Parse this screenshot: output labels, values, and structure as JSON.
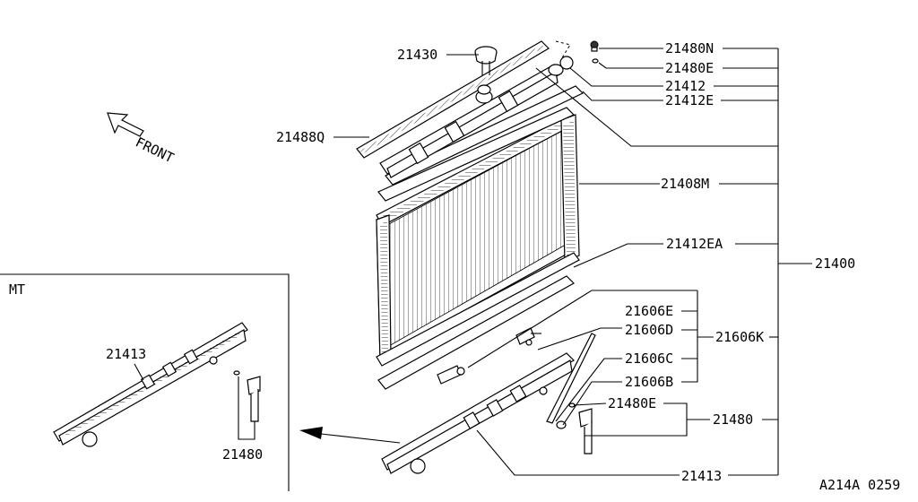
{
  "labels": {
    "p21430": "21430",
    "p21480N": "21480N",
    "p21480E_top": "21480E",
    "p21412": "21412",
    "p21412E": "21412E",
    "p21488Q": "21488Q",
    "p21408M": "21408M",
    "p21412EA": "21412EA",
    "p21400": "21400",
    "p21606E": "21606E",
    "p21606D": "21606D",
    "p21606K": "21606K",
    "p21606C": "21606C",
    "p21606B": "21606B",
    "p21480E_bottom": "21480E",
    "p21480": "21480",
    "p21413": "21413",
    "front": "FRONT",
    "inset_title": "MT",
    "inset_21413": "21413",
    "inset_21480": "21480",
    "figure_code": "A214A 0259"
  },
  "colors": {
    "line": "#000000",
    "background": "#ffffff"
  }
}
